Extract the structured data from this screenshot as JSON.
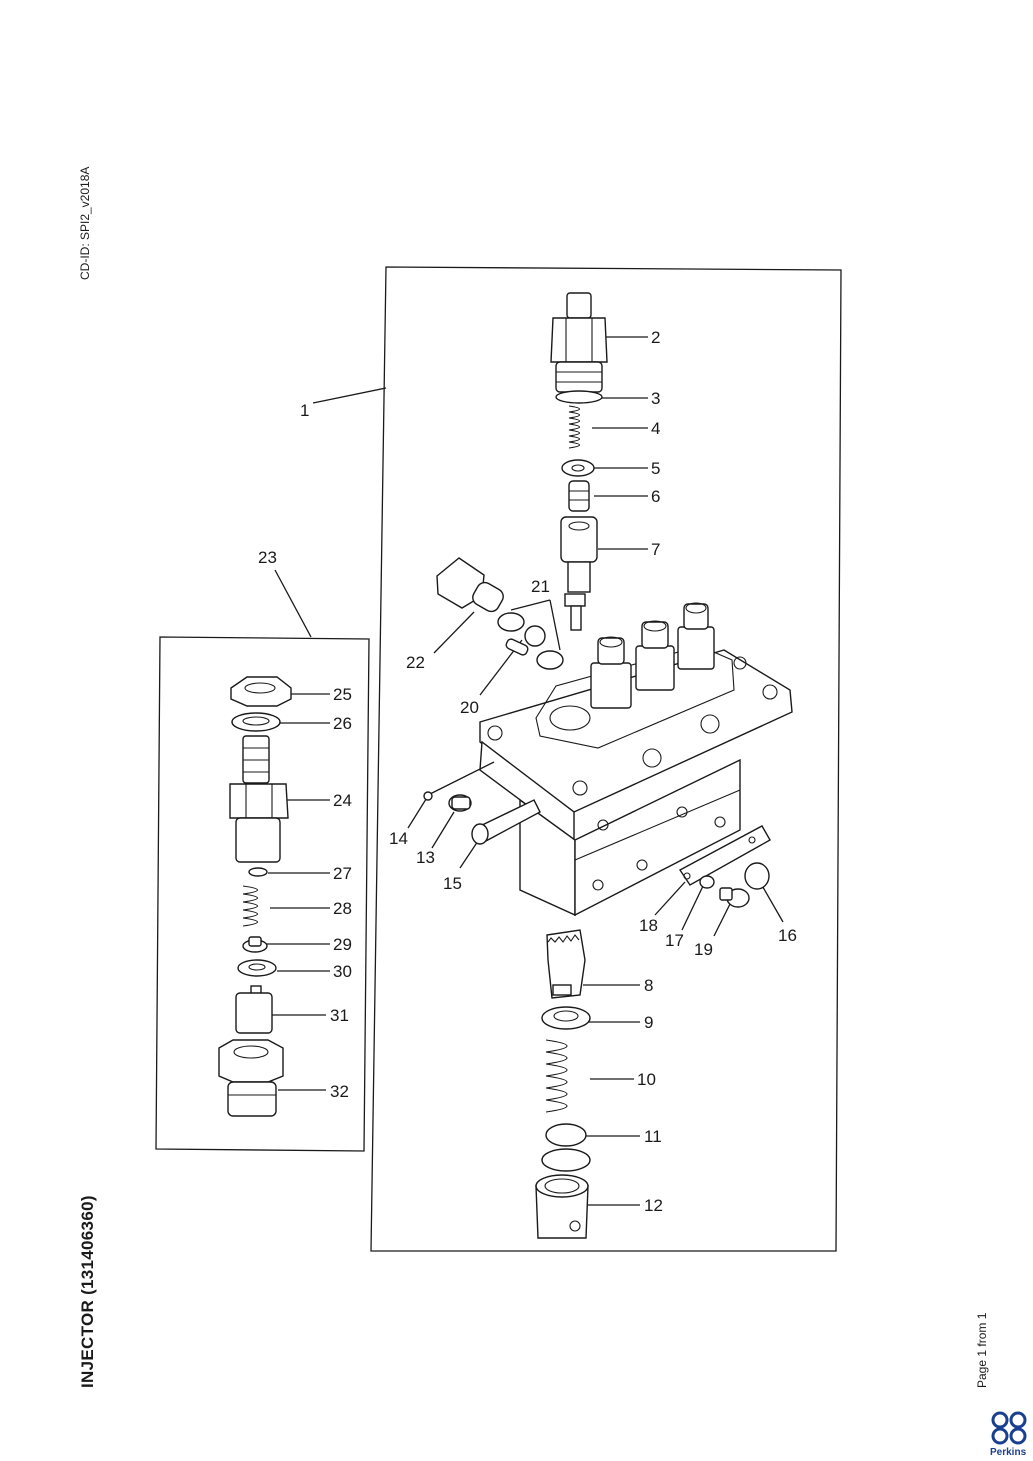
{
  "header": {
    "cd_id": "CD-ID: SPI2_v2018A"
  },
  "footer": {
    "title": "INJECTOR (131406360)",
    "page": "Page 1 from 1",
    "brand": "Perkins"
  },
  "callouts": [
    "1",
    "2",
    "3",
    "4",
    "5",
    "6",
    "7",
    "8",
    "9",
    "10",
    "11",
    "12",
    "13",
    "14",
    "15",
    "16",
    "17",
    "18",
    "19",
    "20",
    "21",
    "22",
    "23",
    "24",
    "25",
    "26",
    "27",
    "28",
    "29",
    "30",
    "31",
    "32"
  ]
}
